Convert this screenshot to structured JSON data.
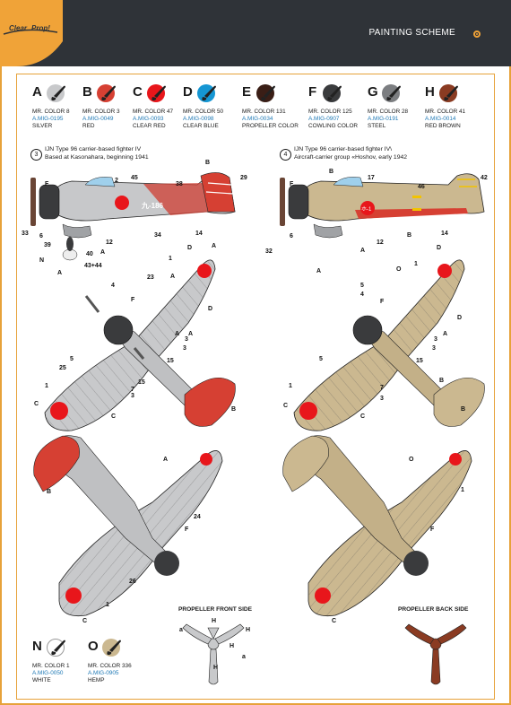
{
  "header": {
    "title": "PAINTING SCHEME",
    "logo_top": "Clear",
    "logo_bottom": "Prop!"
  },
  "colors": [
    {
      "letter": "A",
      "name": "MR. COLOR 8",
      "code": "A.MIG-0195",
      "desc": "SILVER",
      "hex": "#c8c9cb"
    },
    {
      "letter": "B",
      "name": "MR. COLOR 3",
      "code": "A.MIG-0049",
      "desc": "RED",
      "hex": "#d64033"
    },
    {
      "letter": "C",
      "name": "MR. COLOR 47",
      "code": "A.MIG-0093",
      "desc": "CLEAR RED",
      "hex": "#e8161b"
    },
    {
      "letter": "D",
      "name": "MR. COLOR 50",
      "code": "A.MIG-0098",
      "desc": "CLEAR BLUE",
      "hex": "#1596d3"
    },
    {
      "letter": "E",
      "name": "MR. COLOR 131",
      "code": "A.MIG-0034",
      "desc": "PROPELLER COLOR",
      "hex": "#3a1e16"
    },
    {
      "letter": "F",
      "name": "MR. COLOR 125",
      "code": "A.MIG-0907",
      "desc": "COWLING COLOR",
      "hex": "#3a3b3d"
    },
    {
      "letter": "G",
      "name": "MR. COLOR 28",
      "code": "A.MIG-0191",
      "desc": "STEEL",
      "hex": "#7c7e81"
    },
    {
      "letter": "H",
      "name": "MR. COLOR 41",
      "code": "A.MIG-0014",
      "desc": "RED BROWN",
      "hex": "#8a3b22"
    },
    {
      "letter": "N",
      "name": "MR. COLOR 1",
      "code": "A.MIG-0050",
      "desc": "WHITE",
      "hex": "#ffffff"
    },
    {
      "letter": "O",
      "name": "MR. COLOR 336",
      "code": "A.MIG-0905",
      "desc": "HEMP",
      "hex": "#cbb890"
    }
  ],
  "schemes": [
    {
      "num": "3",
      "line1": "IJN Type 96 carrier-based fighter IV",
      "line2": "Based at Kasonahara, beginning 1941",
      "tail_code": "九-186"
    },
    {
      "num": "4",
      "line1": "IJN Type 96 carrier-based fighter IV\\",
      "line2": "Aircraft-carrier group «Hoshov, early 1942",
      "tail_code": "ホ-1"
    }
  ],
  "propeller": {
    "front": "PROPELLER FRONT SIDE",
    "back": "PROPELLER BACK SIDE"
  },
  "callouts": {
    "s3_side": [
      "B",
      "2",
      "45",
      "38",
      "29",
      "F",
      "33",
      "6",
      "39",
      "40",
      "12",
      "34",
      "14",
      "43+44",
      "N",
      "A",
      "A",
      "A"
    ],
    "s4_side": [
      "B",
      "17",
      "46",
      "42",
      "F",
      "32",
      "6",
      "12",
      "A",
      "A",
      "14",
      "B"
    ],
    "s3_top": [
      "D",
      "1",
      "A",
      "23",
      "4",
      "D",
      "F",
      "3",
      "3",
      "A",
      "A",
      "15",
      "5",
      "25",
      "15",
      "7",
      "3",
      "1",
      "C",
      "C",
      "B"
    ],
    "s4_top": [
      "D",
      "O",
      "1",
      "5",
      "4",
      "D",
      "F",
      "3",
      "3",
      "A",
      "15",
      "5",
      "7",
      "3",
      "1",
      "C",
      "C",
      "B",
      "B"
    ],
    "s3_bottom": [
      "A",
      "B",
      "24",
      "F",
      "26",
      "1",
      "C"
    ],
    "s4_bottom": [
      "O",
      "1",
      "F",
      "C"
    ],
    "prop": [
      "a",
      "H",
      "H",
      "H",
      "a",
      "H"
    ]
  }
}
